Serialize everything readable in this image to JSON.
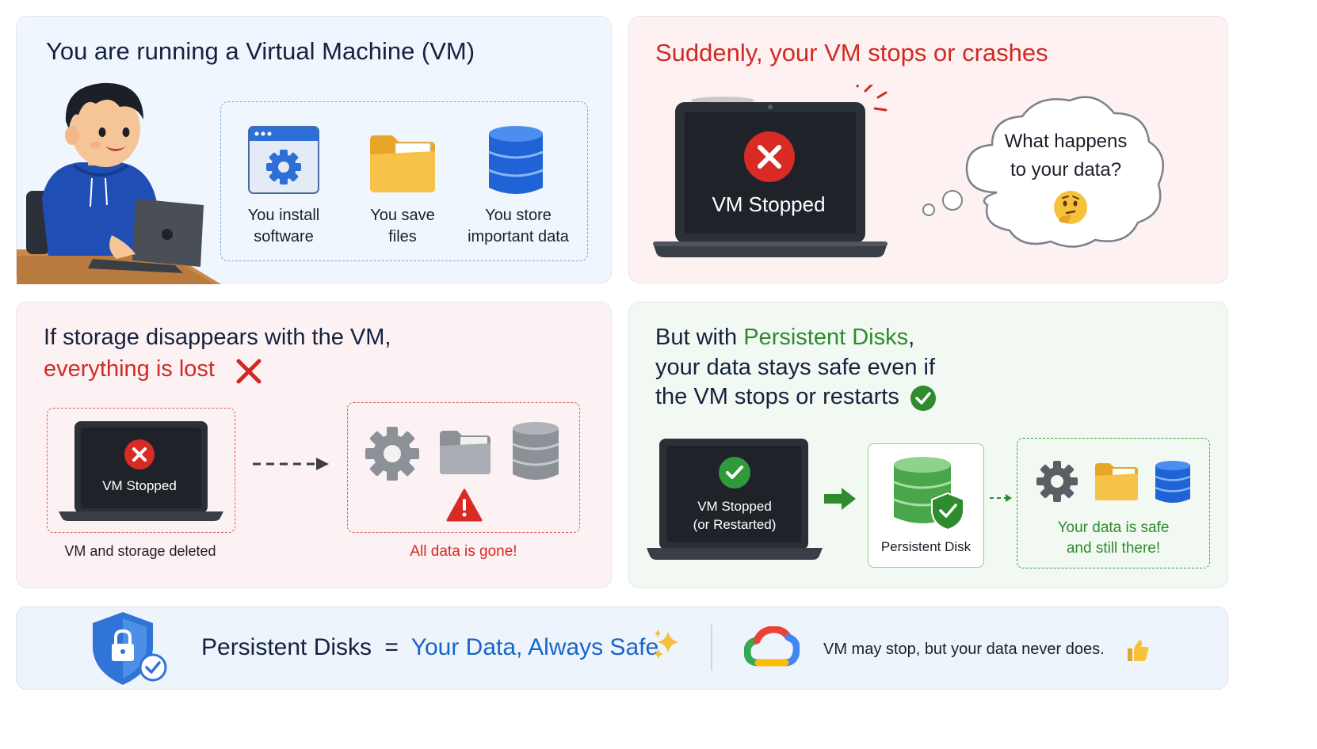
{
  "panel1": {
    "title": "You are running a Virtual Machine (VM)",
    "items": [
      {
        "icon": "software-window-icon",
        "label_l1": "You install",
        "label_l2": "software"
      },
      {
        "icon": "folder-icon",
        "label_l1": "You save",
        "label_l2": "files"
      },
      {
        "icon": "database-icon",
        "label_l1": "You store",
        "label_l2": "important data"
      }
    ]
  },
  "panel2": {
    "title": "Suddenly, your VM stops or crashes",
    "screen_text": "VM Stopped",
    "thought_l1": "What happens",
    "thought_l2": "to your data?"
  },
  "panel3": {
    "title_l1": "If storage disappears with the VM,",
    "title_l2": "everything is lost",
    "screen_text": "VM Stopped",
    "left_caption": "VM and storage deleted",
    "right_caption": "All data is gone!"
  },
  "panel4": {
    "title_pre": "But with ",
    "title_highlight": "Persistent Disks",
    "title_post": ",",
    "title_l2": "your data stays safe even if",
    "title_l3": "the VM stops or restarts",
    "screen_l1": "VM Stopped",
    "screen_l2": "(or Restarted)",
    "disk_label": "Persistent Disk",
    "safe_l1": "Your data is safe",
    "safe_l2": "and still there!"
  },
  "banner": {
    "left": "Persistent Disks",
    "equals": "=",
    "right": "Your Data, Always Safe",
    "tagline": "VM may stop, but your data never does."
  },
  "colors": {
    "accent_blue": "#1765c8",
    "alert_red": "#d12a24",
    "safe_green": "#2e8b2e",
    "laptop_dark": "#2b2f36"
  }
}
